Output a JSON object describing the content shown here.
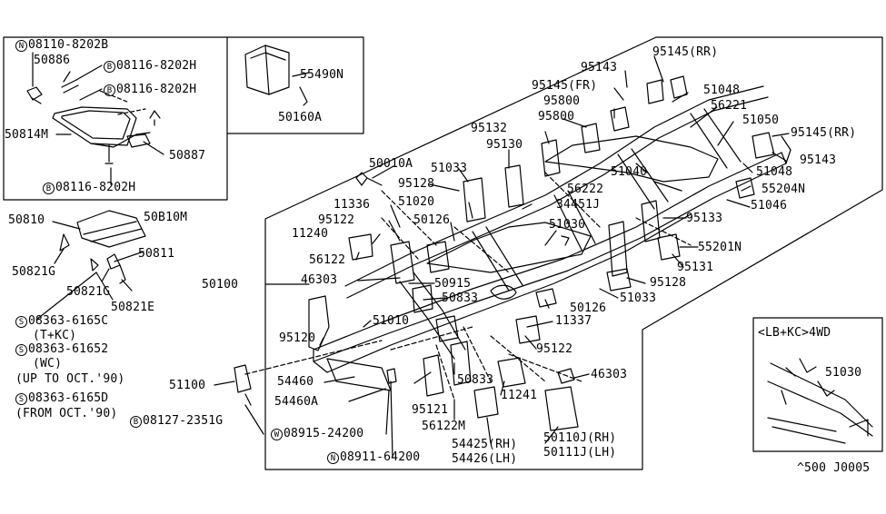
{
  "diagram": {
    "labels": {
      "l_08110": "08110-8202B",
      "l_50886": "50886",
      "l_08116_a": "08116-8202H",
      "l_08116_b": "08116-8202H",
      "l_50814M": "50814M",
      "l_50887": "50887",
      "l_08116_c": "08116-8202H",
      "l_55490N": "55490N",
      "l_50160A": "50160A",
      "l_50810": "50810",
      "l_50B10M": "50B10M",
      "l_50811": "50811",
      "l_50821G_a": "50821G",
      "l_50821G_b": "50821G",
      "l_50821E": "50821E",
      "l_08363_c": "08363-6165C",
      "l_tkc": "(T+KC)",
      "l_08363_2": "08363-61652",
      "l_wc": "(WC)",
      "l_upto": "(UP TO OCT.'90)",
      "l_08363_d": "08363-6165D",
      "l_from": "(FROM OCT.'90)",
      "l_50100": "50100",
      "l_51100": "51100",
      "l_08127": "08127-2351G",
      "l_95145rr_top": "95145(RR)",
      "l_95143_top": "95143",
      "l_95145fr": "95145(FR)",
      "l_51048_top": "51048",
      "l_95800_a": "95800",
      "l_56221": "56221",
      "l_95800_b": "95800",
      "l_51050": "51050",
      "l_95132": "95132",
      "l_95145rr_r": "95145(RR)",
      "l_95130": "95130",
      "l_95143_r": "95143",
      "l_50010A": "50010A",
      "l_51033_top": "51033",
      "l_51040": "51040",
      "l_51048_r": "51048",
      "l_95128_top": "95128",
      "l_56222": "56222",
      "l_55204N": "55204N",
      "l_11336": "11336",
      "l_51020": "51020",
      "l_34451J": "34451J",
      "l_51046": "51046",
      "l_95122_top": "95122",
      "l_50126_top": "50126",
      "l_95133": "95133",
      "l_11240": "11240",
      "l_51030_main": "51030",
      "l_55201N": "55201N",
      "l_56122": "56122",
      "l_95131": "95131",
      "l_46303_left": "46303",
      "l_50915": "50915",
      "l_95128_r": "95128",
      "l_50833_top": "50833",
      "l_51033_r": "51033",
      "l_50126_r": "50126",
      "l_51010": "51010",
      "l_11337": "11337",
      "l_95120": "95120",
      "l_95122_r": "95122",
      "l_54460": "54460",
      "l_46303_r": "46303",
      "l_50833_b": "50833",
      "l_54460A": "54460A",
      "l_95121": "95121",
      "l_11241": "11241",
      "l_08915": "08915-24200",
      "l_56122M": "56122M",
      "l_54425": "54425(RH)",
      "l_50110J": "50110J(RH)",
      "l_54426": "54426(LH)",
      "l_50111J": "50111J(LH)",
      "l_08911": "08911-64200",
      "l_inset_title": "<LB+KC>4WD",
      "l_51030_inset": "51030",
      "l_ref": "^500 J0005"
    },
    "symbols": {
      "n": "N",
      "b": "B",
      "s": "S",
      "w": "W"
    }
  }
}
